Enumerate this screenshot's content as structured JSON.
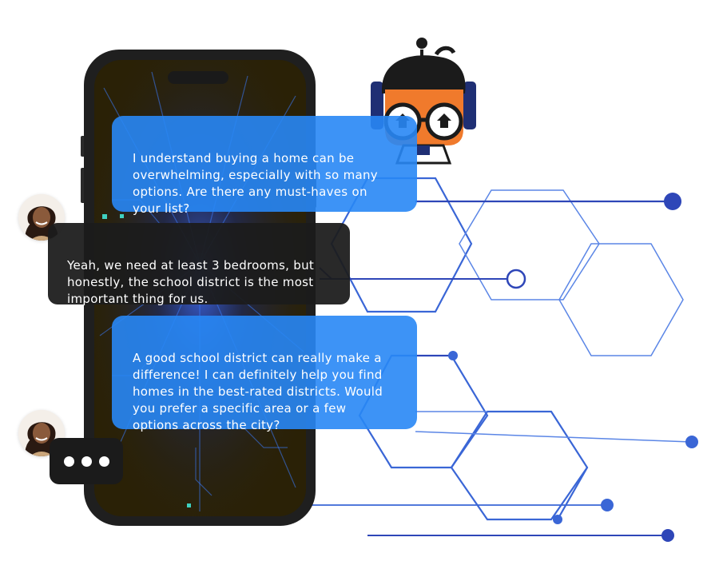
{
  "chat": {
    "messages": [
      {
        "sender": "bot",
        "text": "I understand buying a home can be\noverwhelming, especially with so many\noptions. Are there any must-haves on\nyour list?"
      },
      {
        "sender": "user",
        "text": "Yeah, we need at least 3 bedrooms, but\nhonestly, the school district is the most\nimportant thing for us."
      },
      {
        "sender": "bot",
        "text": "A good school district can really make a\ndifference! I can definitely help you find\nhomes in the best-rated districts. Would\nyou prefer a specific area or a few\noptions across the city?"
      }
    ],
    "typing_indicator": "..."
  },
  "colors": {
    "bot_bubble": "#2887f5",
    "user_bubble": "#1c1c1c",
    "network_line": "#3a66d6",
    "node": "#2e46b8",
    "robot_face": "#f07a2c",
    "phone_screen": "#2a2106"
  },
  "icons": [
    "robot-mascot-icon",
    "house-icon",
    "woman-avatar",
    "network-node-icon",
    "typing-dots-icon"
  ]
}
